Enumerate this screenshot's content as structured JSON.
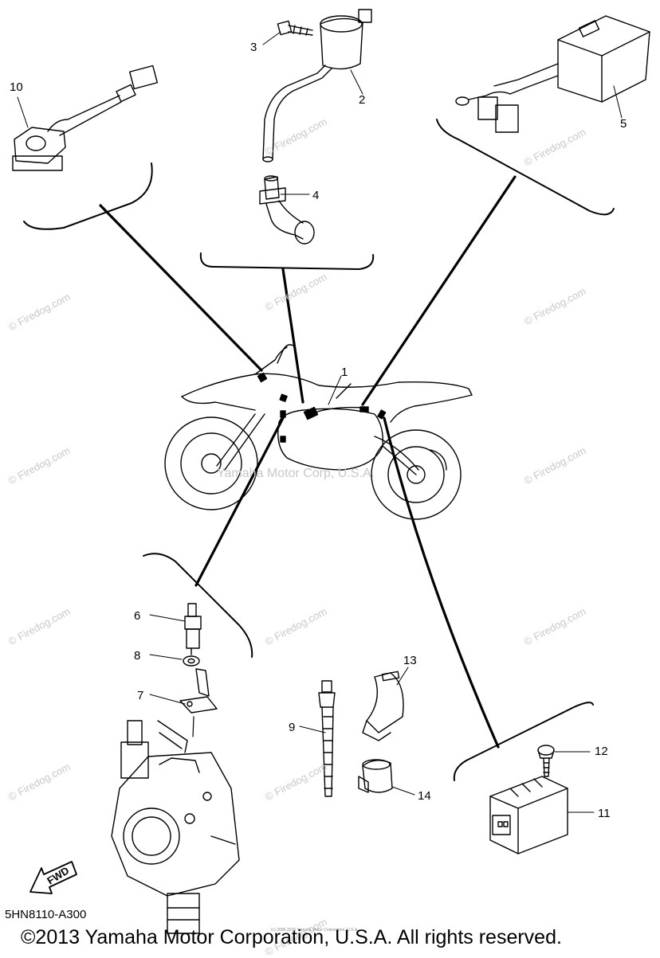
{
  "callouts": {
    "n1": "1",
    "n2": "2",
    "n3": "3",
    "n4": "4",
    "n5": "5",
    "n6": "6",
    "n7": "7",
    "n8": "8",
    "n9": "9",
    "n10": "10",
    "n11": "11",
    "n12": "12",
    "n13": "13",
    "n14": "14"
  },
  "watermarks": {
    "site": "© Firedog.com",
    "center": "Yamaha Motor Corp, U.S.A."
  },
  "footer": {
    "part_code": "5HN8110-A300",
    "copyright": "©2013 Yamaha Motor Corporation, U.S.A. All rights reserved.",
    "small_copy": "(c) 2006-2016 Yamaha Motor Corporation, U.S.A.",
    "fwd": "FWD"
  }
}
